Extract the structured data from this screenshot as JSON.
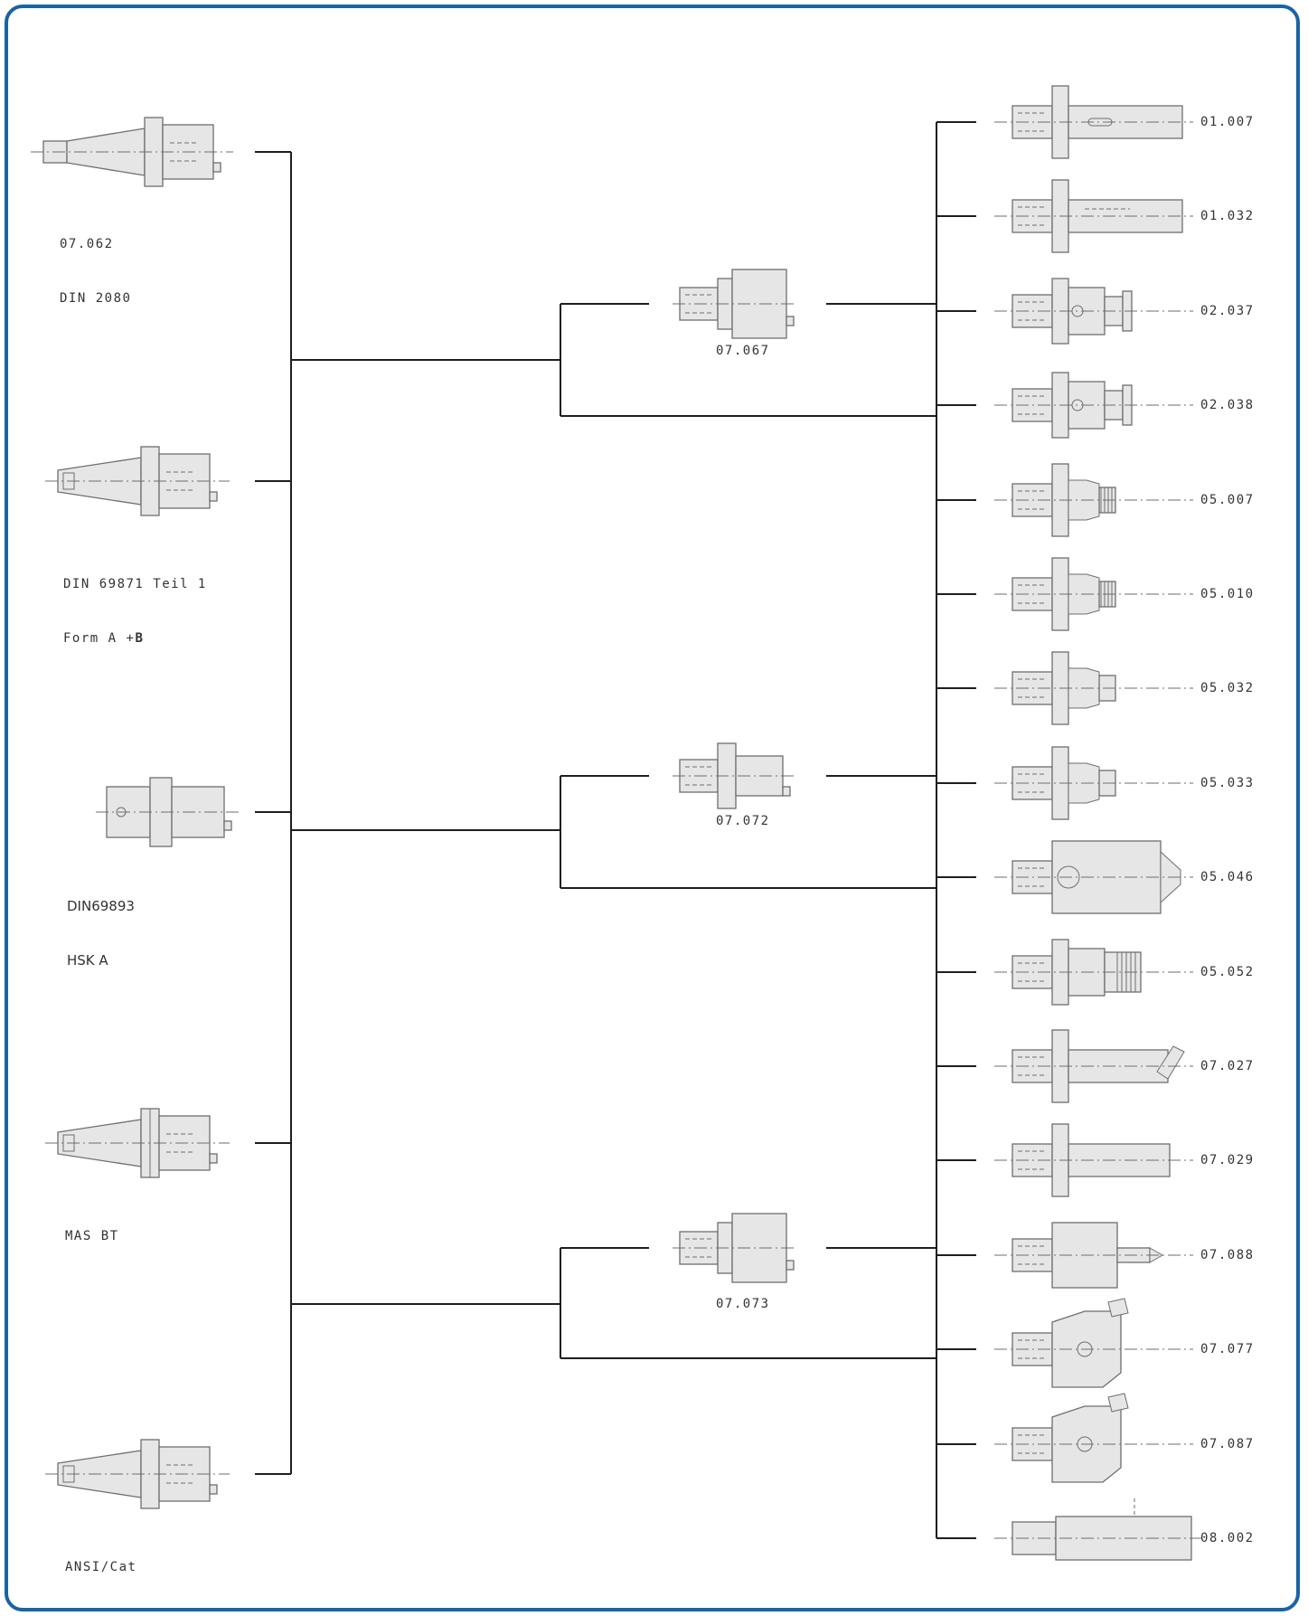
{
  "colors": {
    "border": "#1a63a5",
    "line": "#1e1e1e",
    "drawing": "#6e6e6e",
    "fill": "#e6e6e6"
  },
  "sources": [
    {
      "id": "src-07-062",
      "lines": [
        "07.062",
        "DIN 2080"
      ]
    },
    {
      "id": "src-din-69871",
      "lines": [
        "DIN 69871 Teil 1"
      ],
      "form_prefix": "Form A",
      "form_plus": "+",
      "form_bold": "B"
    },
    {
      "id": "src-din-69893",
      "lines": [
        "DIN69893",
        "HSK A"
      ]
    },
    {
      "id": "src-mas-bt",
      "lines": [
        "MAS BT"
      ]
    },
    {
      "id": "src-ansi-cat",
      "lines": [
        "ANSI/Cat"
      ]
    }
  ],
  "adapters": [
    {
      "id": "ad-07-067",
      "label": "07.067"
    },
    {
      "id": "ad-07-072",
      "label": "07.072"
    },
    {
      "id": "ad-07-073",
      "label": "07.073"
    }
  ],
  "tools": [
    {
      "id": "01.007",
      "icon": "shank-slot-tool-icon"
    },
    {
      "id": "01.032",
      "icon": "shank-screw-tool-icon"
    },
    {
      "id": "02.037",
      "icon": "arbor-nut-tool-icon"
    },
    {
      "id": "02.038",
      "icon": "shell-arbor-tool-icon"
    },
    {
      "id": "05.007",
      "icon": "collet-chuck-tool-icon"
    },
    {
      "id": "05.010",
      "icon": "collet-chuck-tool-icon"
    },
    {
      "id": "05.032",
      "icon": "tap-adapter-tool-icon"
    },
    {
      "id": "05.033",
      "icon": "tap-adapter-tool-icon"
    },
    {
      "id": "05.046",
      "icon": "drill-chuck-tool-icon"
    },
    {
      "id": "05.052",
      "icon": "shrink-holder-tool-icon"
    },
    {
      "id": "07.027",
      "icon": "boring-bar-tool-icon"
    },
    {
      "id": "07.029",
      "icon": "blank-shank-tool-icon"
    },
    {
      "id": "07.088",
      "icon": "boring-head-tool-icon"
    },
    {
      "id": "07.077",
      "icon": "insert-holder-tool-icon"
    },
    {
      "id": "07.087",
      "icon": "insert-holder-tool-icon"
    },
    {
      "id": "08.002",
      "icon": "extension-tool-icon"
    }
  ]
}
